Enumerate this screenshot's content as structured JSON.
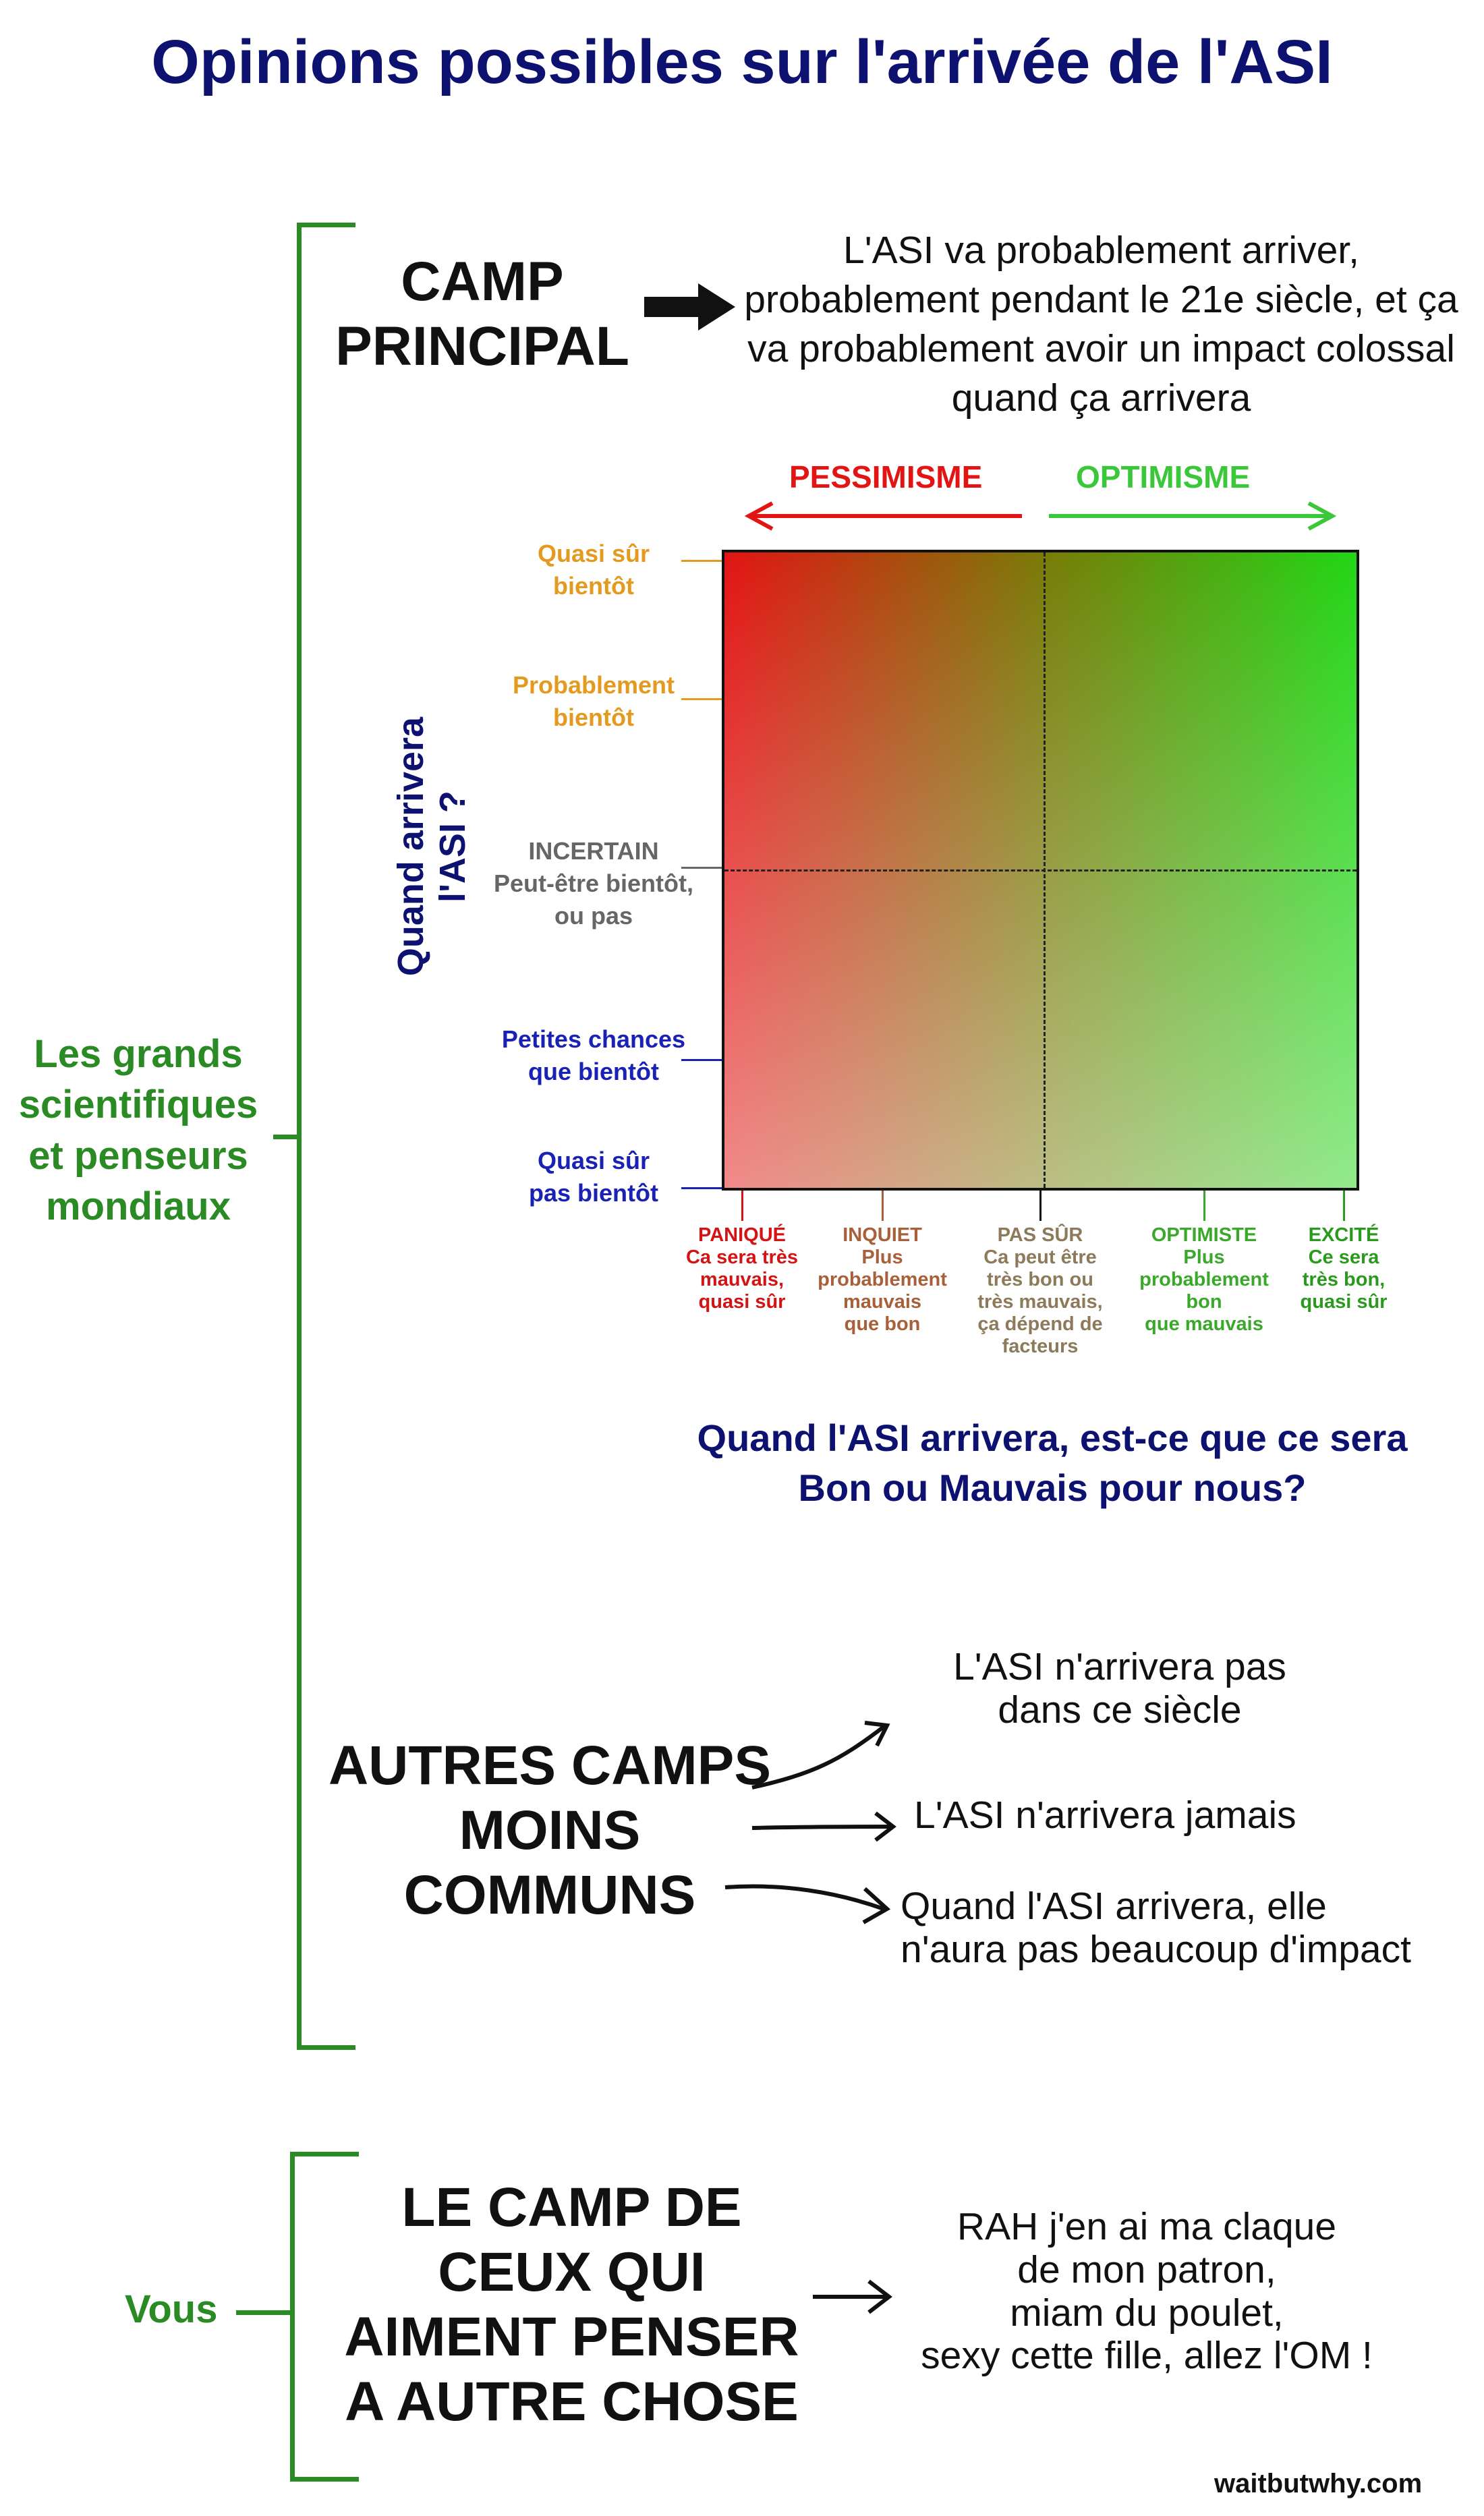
{
  "title": "Opinions possibles sur l'arrivée de l'ASI",
  "left_group": {
    "label": "Les grands scientifiques et penseurs mondiaux"
  },
  "main_camp": {
    "title": "CAMP PRINCIPAL",
    "description": "L'ASI va probablement arriver, probablement pendant le 21e siècle, et ça va probablement avoir un impact colossal quand ça arrivera"
  },
  "chart": {
    "pessimism_label": "PESSIMISME",
    "optimism_label": "OPTIMISME",
    "y_axis_title": "Quand arrivera l'ASI ?",
    "x_axis_question": "Quand l'ASI arrivera, est-ce que ce sera Bon ou Mauvais pour nous?",
    "y_levels": [
      {
        "lines": [
          "Quasi sûr",
          "bientôt"
        ],
        "color": "#e39a1e"
      },
      {
        "lines": [
          "Probablement",
          "bientôt"
        ],
        "color": "#e39a1e"
      },
      {
        "lines": [
          "INCERTAIN",
          "Peut-être bientôt,",
          "ou pas"
        ],
        "color": "#666666"
      },
      {
        "lines": [
          "Petites chances",
          "que bientôt"
        ],
        "color": "#1a22b5"
      },
      {
        "lines": [
          "Quasi sûr",
          "pas bientôt"
        ],
        "color": "#1a22b5"
      }
    ],
    "x_levels": [
      {
        "lines": [
          "PANIQUÉ",
          "Ca sera très",
          "mauvais,",
          "quasi sûr"
        ],
        "color": "#d41414"
      },
      {
        "lines": [
          "INQUIET",
          "Plus",
          "probablement",
          "mauvais",
          "que bon"
        ],
        "color": "#a8603a"
      },
      {
        "lines": [
          "PAS SÛR",
          "Ca peut être",
          "très bon ou",
          "très mauvais,",
          "ça dépend de",
          "facteurs"
        ],
        "color": "#8c7a5a"
      },
      {
        "lines": [
          "OPTIMISTE",
          "Plus",
          "probablement",
          "bon",
          "que mauvais"
        ],
        "color": "#3aa82a"
      },
      {
        "lines": [
          "EXCITÉ",
          "Ce sera",
          "très bon,",
          "quasi sûr"
        ],
        "color": "#2a9a1e"
      }
    ],
    "colors": {
      "pessimism": "#e31414",
      "optimism": "#3ac83a",
      "frame": "#111111"
    }
  },
  "other_camps": {
    "title_lines": [
      "AUTRES CAMPS",
      "MOINS",
      "COMMUNS"
    ],
    "views": [
      "L'ASI n'arrivera pas dans ce siècle",
      "L'ASI n'arrivera jamais",
      "Quand l'ASI arrivera, elle n'aura pas beaucoup d'impact"
    ]
  },
  "you_group": {
    "label": "Vous",
    "camp_lines": [
      "LE CAMP DE",
      "CEUX QUI",
      "AIMENT PENSER",
      "A AUTRE CHOSE"
    ],
    "thoughts_lines": [
      "RAH j'en ai ma claque",
      "de mon patron,",
      "miam du poulet,",
      "sexy cette fille, allez l'OM !"
    ]
  },
  "credit": "waitbutwhy.com",
  "accent_colors": {
    "title": "#0d1270",
    "bracket": "#2a8a23"
  }
}
